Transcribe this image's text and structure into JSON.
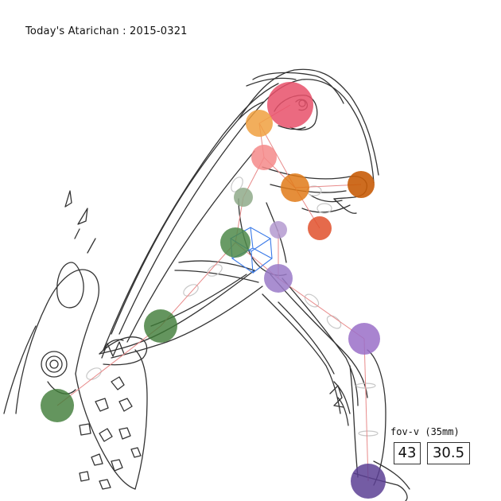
{
  "title": "Today's Atarichan : 2015-0321",
  "fov": {
    "label": "fov-v (35mm)",
    "value_a": "43",
    "value_b": "30.5"
  },
  "joints": [
    {
      "name": "head-joint",
      "color": "#e8506a",
      "opacity": 0.85
    },
    {
      "name": "neck-joint",
      "color": "#f0a040",
      "opacity": 0.85
    },
    {
      "name": "chest-joint",
      "color": "#f48a8a",
      "opacity": 0.85
    },
    {
      "name": "left-shoulder-joint",
      "color": "#e07a18",
      "opacity": 0.85
    },
    {
      "name": "right-shoulder-joint",
      "color": "#c85c08",
      "opacity": 0.9
    },
    {
      "name": "left-hand-joint",
      "color": "#e0502c",
      "opacity": 0.85
    },
    {
      "name": "right-elbow-joint",
      "color": "#8faa8a",
      "opacity": 0.85
    },
    {
      "name": "right-hip-joint",
      "color": "#b49ad0",
      "opacity": 0.85
    },
    {
      "name": "pelvis-joint",
      "color": "#4f8a4a",
      "opacity": 0.85
    },
    {
      "name": "hip-joint",
      "color": "#9a7ac8",
      "opacity": 0.85
    },
    {
      "name": "left-knee-joint",
      "color": "#3d7a36",
      "opacity": 0.8
    },
    {
      "name": "right-knee-joint",
      "color": "#9a6fc8",
      "opacity": 0.85
    },
    {
      "name": "left-foot-joint",
      "color": "#3d7a36",
      "opacity": 0.8
    },
    {
      "name": "right-foot-joint",
      "color": "#5c3f94",
      "opacity": 0.85
    }
  ]
}
